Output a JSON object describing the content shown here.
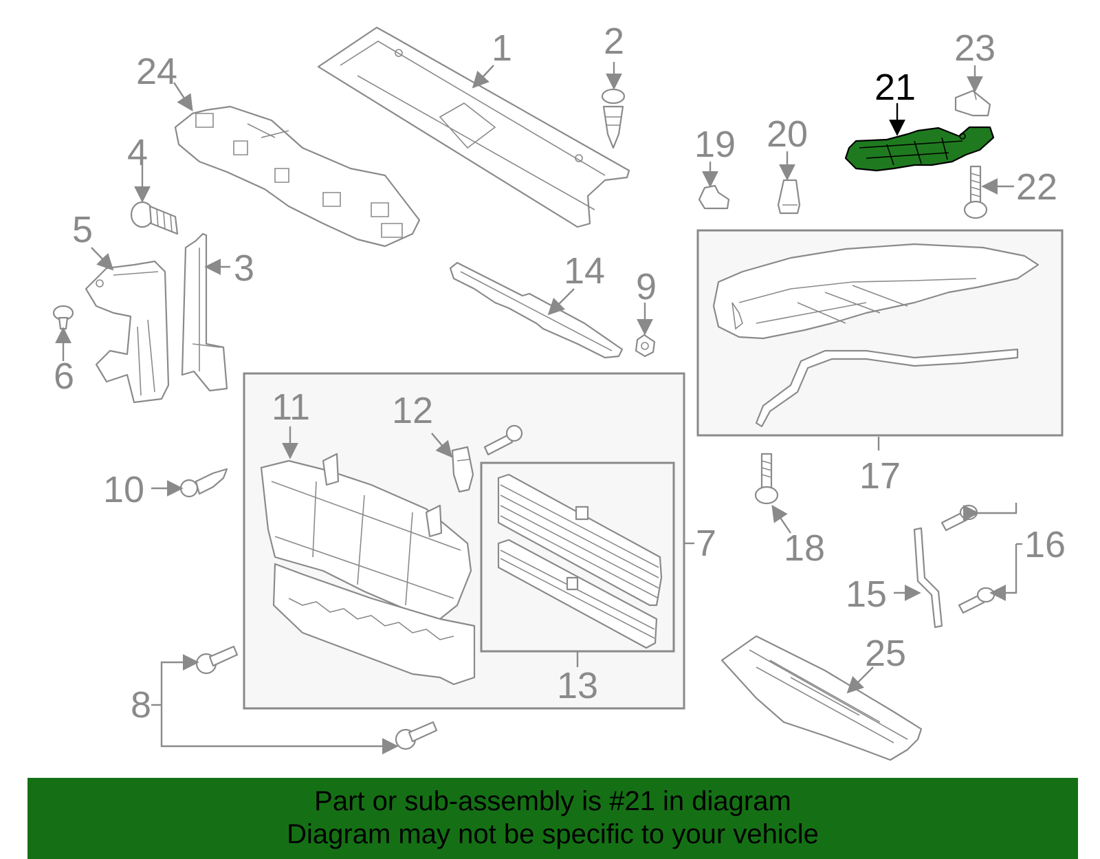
{
  "diagram": {
    "highlighted_part": "21",
    "highlight_color": "#157015",
    "callouts": [
      "1",
      "2",
      "3",
      "4",
      "5",
      "6",
      "7",
      "8",
      "9",
      "10",
      "11",
      "12",
      "13",
      "14",
      "15",
      "16",
      "17",
      "18",
      "19",
      "20",
      "21",
      "22",
      "23",
      "24",
      "25"
    ]
  },
  "banner": {
    "line1": "Part or sub-assembly is #21 in diagram",
    "line2": "Diagram may not be specific to your vehicle",
    "background": "#157015"
  }
}
